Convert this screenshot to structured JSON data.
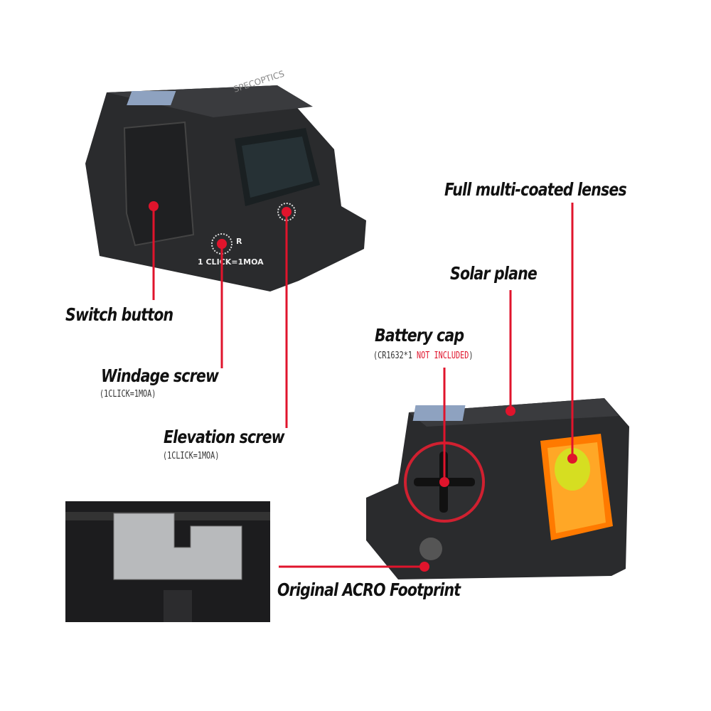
{
  "labels": {
    "switch_button": "Switch button",
    "windage_screw": "Windage screw",
    "windage_note": "(1CLICK=1MOA)",
    "elevation_screw": "Elevation screw",
    "elevation_note": "(1CLICK=1MOA)",
    "lenses": "Full multi-coated lenses",
    "solar_plane": "Solar plane",
    "battery_cap": "Battery cap",
    "battery_note_prefix": "(CR1632*1 ",
    "battery_note_red": "NOT INCLUDED",
    "battery_note_suffix": ")",
    "footprint": "Original ACRO Footprint"
  },
  "product_markings": {
    "brand": "SPECOPTICS",
    "click_value": "1 CLICK=1MOA",
    "direction": "R"
  },
  "colors": {
    "accent": "#e0142c",
    "body": "#2a2b2d"
  }
}
